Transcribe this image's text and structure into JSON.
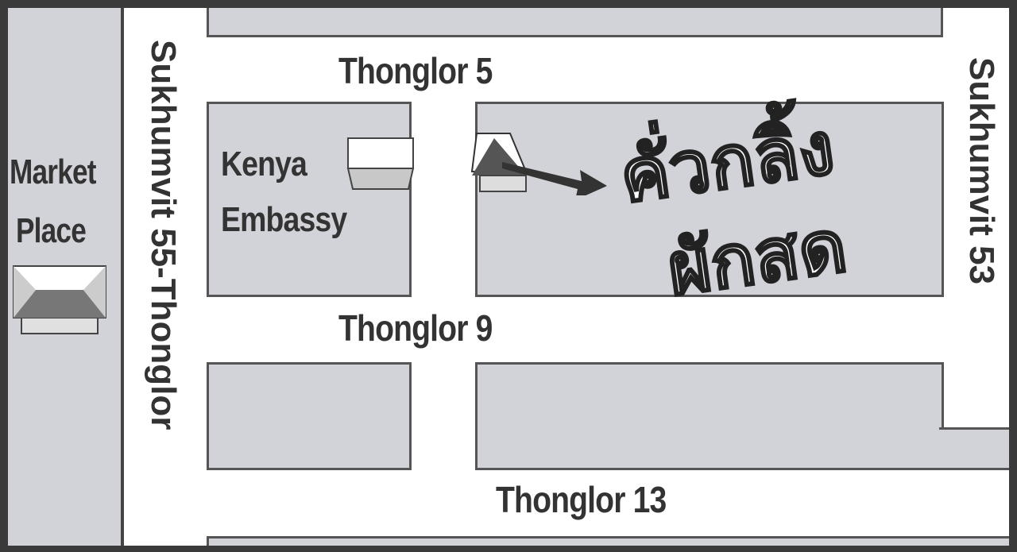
{
  "roads": {
    "thonglor5": "Thonglor 5",
    "thonglor9": "Thonglor 9",
    "thonglor13": "Thonglor 13",
    "sukhumvit55": "Sukhumvit 55-Thonglor",
    "sukhumvit53": "Sukhumvit 53"
  },
  "landmarks": {
    "market_line1": "Market",
    "market_line2": "Place",
    "kenya_line1": "Kenya",
    "kenya_line2": "Embassy"
  },
  "destination": {
    "line1": "คั่วกลิ้ง",
    "line2": "ผักสด"
  },
  "colors": {
    "block": "#d2d3d9",
    "border": "#3a3a3a",
    "text": "#333333"
  }
}
